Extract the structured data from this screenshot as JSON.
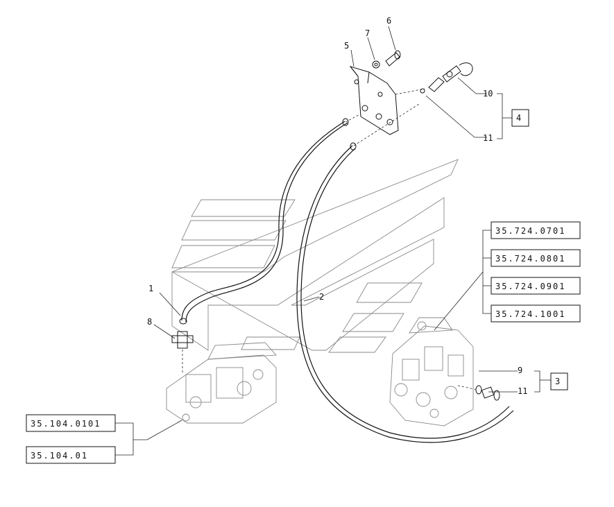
{
  "callouts": [
    "1",
    "2",
    "5",
    "6",
    "7",
    "8",
    "9",
    "10",
    "11",
    "11"
  ],
  "reference_boxes": {
    "group_4": "4",
    "group_3": "3"
  },
  "references_valve": [
    "35.724.0701",
    "35.724.0801",
    "35.724.0901",
    "35.724.1001"
  ],
  "references_pump": [
    "35.104.0101",
    "35.104.01"
  ]
}
